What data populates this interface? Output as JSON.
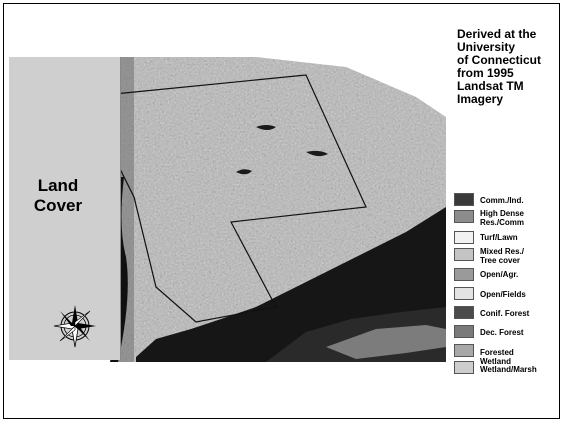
{
  "title": "Land\nCover",
  "source_note": "Derived at the\nUniversity\nof Connecticut\nfrom 1995\nLandsat TM\nImagery",
  "legend": [
    {
      "label": "Comm./Ind.",
      "color": "#3a3a3a"
    },
    {
      "label": "High Dense\nRes./Comm",
      "color": "#8c8c8c"
    },
    {
      "label": "Turf/Lawn",
      "color": "#f2f2f2"
    },
    {
      "label": "Mixed Res./\nTree cover",
      "color": "#c4c4c4"
    },
    {
      "label": "Open/Agr.",
      "color": "#9a9a9a"
    },
    {
      "label": "Open/Fields",
      "color": "#e3e3e3"
    },
    {
      "label": "Conif. Forest",
      "color": "#4a4a4a"
    },
    {
      "label": "Dec. Forest",
      "color": "#7a7a7a"
    },
    {
      "label": "Forested\nWetland",
      "color": "#a8a8a8"
    },
    {
      "label": "Wetland/Marsh",
      "color": "#cdcdcd"
    }
  ],
  "icons": {
    "compass": "compass-rose-icon"
  }
}
